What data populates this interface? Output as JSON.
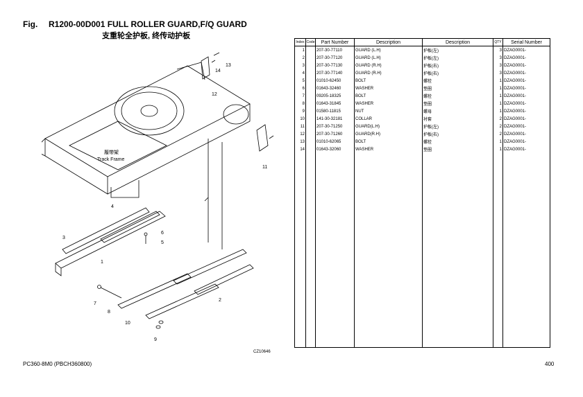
{
  "header": {
    "fig": "Fig.",
    "title": "R1200-00D001  FULL ROLLER GUARD,F/Q GUARD",
    "subtitle": "支重轮全护板, 终传动护板"
  },
  "diagram": {
    "label_cn": "履带架",
    "label_en": "Track Frame",
    "code": "CZ10646",
    "callouts": [
      "1",
      "2",
      "3",
      "4",
      "5",
      "6",
      "7",
      "8",
      "9",
      "10",
      "11",
      "12",
      "13",
      "14"
    ]
  },
  "table": {
    "headers": [
      "Index",
      "Code",
      "Part Number",
      "Description",
      "Description",
      "QTY",
      "Serial Number"
    ],
    "rows": [
      {
        "index": "1",
        "code": "",
        "pn": "207-30-77110",
        "desc_en": "GUARD (L.H)",
        "desc_cn": "护板(左)",
        "qty": "3",
        "serial": "DZAG0001-"
      },
      {
        "index": "2",
        "code": "",
        "pn": "207-30-77120",
        "desc_en": "GUARD (L.H)",
        "desc_cn": "护板(左)",
        "qty": "3",
        "serial": "DZAG0001-"
      },
      {
        "index": "3",
        "code": "",
        "pn": "207-30-77130",
        "desc_en": "GUARD (R.H)",
        "desc_cn": "护板(右)",
        "qty": "3",
        "serial": "DZAG0001-"
      },
      {
        "index": "4",
        "code": "",
        "pn": "207-30-77140",
        "desc_en": "GUARD (R.H)",
        "desc_cn": "护板(右)",
        "qty": "3",
        "serial": "DZAG0001-"
      },
      {
        "index": "5",
        "code": "",
        "pn": "01010-62450",
        "desc_en": "BOLT",
        "desc_cn": "螺栓",
        "qty": "1",
        "serial": "DZAG0001-"
      },
      {
        "index": "6",
        "code": "",
        "pn": "01643-32460",
        "desc_en": "WASHER",
        "desc_cn": "垫圈",
        "qty": "1",
        "serial": "DZAG0001-"
      },
      {
        "index": "7",
        "code": "",
        "pn": "09205-18325",
        "desc_en": "BOLT",
        "desc_cn": "螺栓",
        "qty": "1",
        "serial": "DZAG0001-"
      },
      {
        "index": "8",
        "code": "",
        "pn": "01643-31845",
        "desc_en": "WASHER",
        "desc_cn": "垫圈",
        "qty": "1",
        "serial": "DZAG0001-"
      },
      {
        "index": "9",
        "code": "",
        "pn": "01580-11815",
        "desc_en": "NUT",
        "desc_cn": "螺母",
        "qty": "1",
        "serial": "DZAG0001-"
      },
      {
        "index": "10",
        "code": "",
        "pn": "141-30-32181",
        "desc_en": "COLLAR",
        "desc_cn": "衬套",
        "qty": "2",
        "serial": "DZAG0001-"
      },
      {
        "index": "11",
        "code": "",
        "pn": "207-30-71250",
        "desc_en": "GUARD(L.H)",
        "desc_cn": "护板(左)",
        "qty": "2",
        "serial": "DZAG0001-"
      },
      {
        "index": "12",
        "code": "",
        "pn": "207-30-71260",
        "desc_en": "GUARD(R.H)",
        "desc_cn": "护板(右)",
        "qty": "2",
        "serial": "DZAG0001-"
      },
      {
        "index": "13",
        "code": "",
        "pn": "01010-62065",
        "desc_en": "BOLT",
        "desc_cn": "螺栓",
        "qty": "1",
        "serial": "DZAG0001-"
      },
      {
        "index": "14",
        "code": "",
        "pn": "01643-32060",
        "desc_en": "WASHER",
        "desc_cn": "垫圈",
        "qty": "1",
        "serial": "DZAG0001-"
      }
    ]
  },
  "footer": {
    "model": "PC360-8M0 (PBCH360800)",
    "page": "400"
  }
}
